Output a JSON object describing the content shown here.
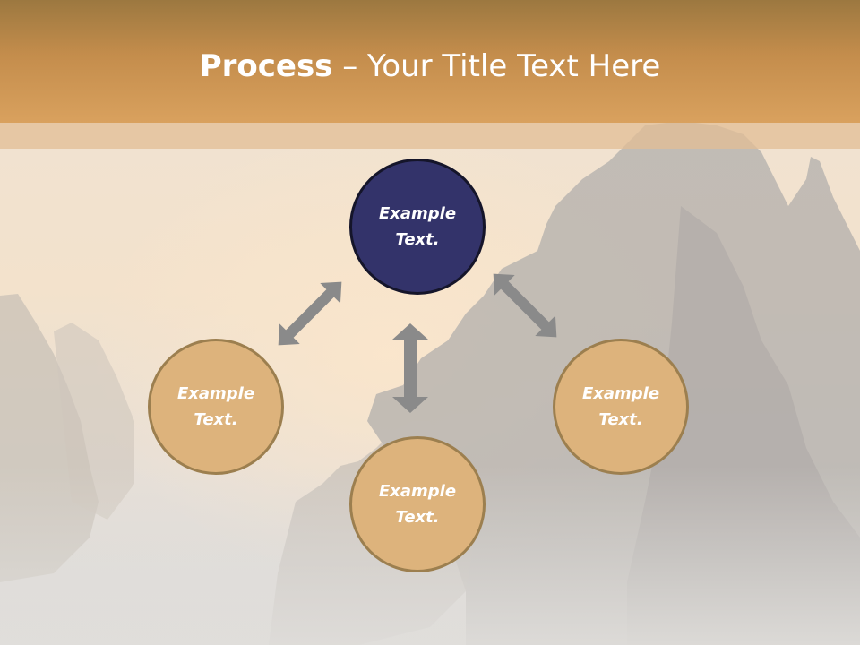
{
  "title": {
    "bold": "Process",
    "rest": " – Your Title Text Here"
  },
  "nodes": {
    "top": {
      "line1": "Example",
      "line2": "Text."
    },
    "left": {
      "line1": "Example",
      "line2": "Text."
    },
    "bottom": {
      "line1": "Example",
      "line2": "Text."
    },
    "right": {
      "line1": "Example",
      "line2": "Text."
    }
  },
  "colors": {
    "header": "#c48d4c",
    "node_center": "#33336a",
    "node_outer": "#ddb37c",
    "arrow": "#8a8a8a"
  }
}
